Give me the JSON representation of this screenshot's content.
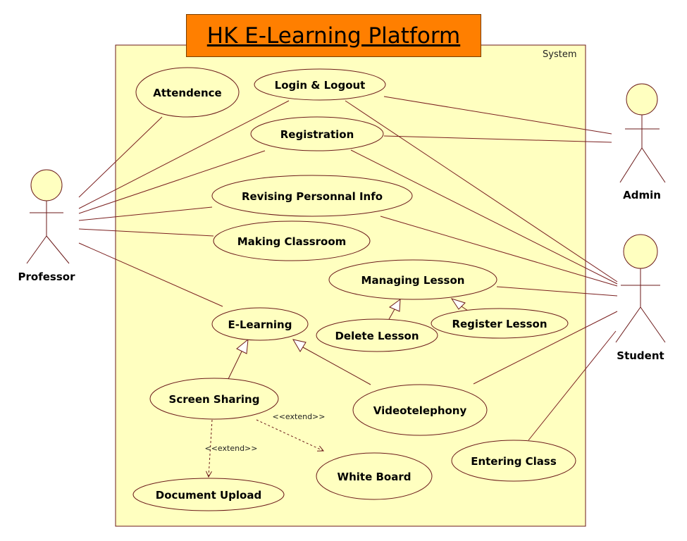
{
  "title": "HK E-Learning Platform",
  "system_label": "System",
  "colors": {
    "system_fill": "#ffffc0",
    "title_fill": "#ff7f00",
    "line": "#7a1f1f",
    "ellipse_stroke": "#6b1a1a"
  },
  "actors": {
    "professor": "Professor",
    "admin": "Admin",
    "student": "Student"
  },
  "use_cases": {
    "attendence": "Attendence",
    "login_logout": "Login & Logout",
    "registration": "Registration",
    "revising_info": "Revising Personnal Info",
    "making_classroom": "Making Classroom",
    "managing_lesson": "Managing Lesson",
    "delete_lesson": "Delete Lesson",
    "register_lesson": "Register Lesson",
    "e_learning": "E-Learning",
    "screen_sharing": "Screen Sharing",
    "videotelephony": "Videotelephony",
    "white_board": "White Board",
    "document_upload": "Document Upload",
    "entering_class": "Entering Class"
  },
  "stereotypes": {
    "extend_white_board": "<<extend>>",
    "extend_document_upload": "<<extend>>"
  }
}
